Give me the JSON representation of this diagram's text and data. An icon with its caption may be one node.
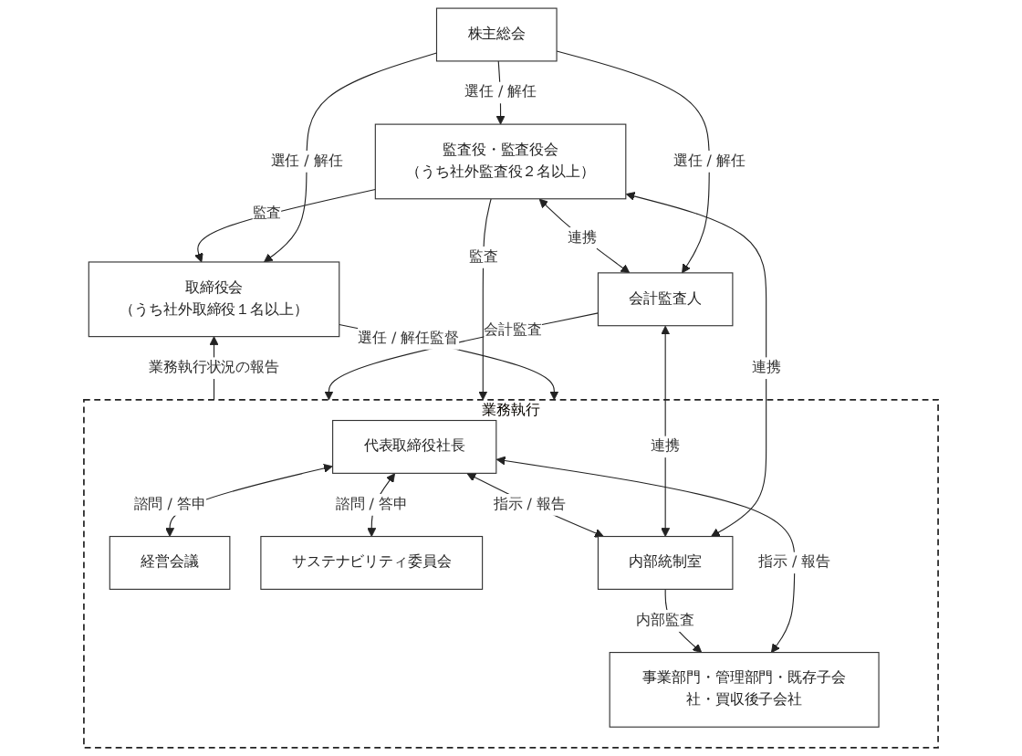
{
  "diagram": {
    "nodes": [
      {
        "text": [
          "株主総会"
        ]
      },
      {
        "text": [
          "取締役会",
          "（うち社外取締役１名以上）"
        ]
      },
      {
        "text": [
          "監査役・監査役会",
          "（うち社外監査役２名以上）"
        ]
      },
      {
        "text": [
          "会計監査人"
        ]
      },
      {
        "text": [
          "業務執行"
        ]
      },
      {
        "text": [
          "代表取締役社長"
        ],
        "in": 4
      },
      {
        "text": [
          "経営会議"
        ],
        "in": 4
      },
      {
        "text": [
          "サステナビリティ委員会"
        ],
        "in": 4
      },
      {
        "text": [
          "内部統制室"
        ],
        "in": 4
      },
      {
        "text": [
          "事業部門・管理部門・既存子会社・買収後子会社"
        ],
        "in": 4
      }
    ],
    "edges": [
      {
        "from": 0,
        "to": 1,
        "arrow": "to",
        "label": "選任 / 解任"
      },
      {
        "from": 0,
        "to": 2,
        "arrow": "to",
        "label": "選任 / 解任"
      },
      {
        "from": 0,
        "to": 3,
        "arrow": "to",
        "label": "選任 / 解任"
      },
      {
        "from": 2,
        "to": 1,
        "arrow": "to",
        "label": "監査"
      },
      {
        "from": 2,
        "to": 3,
        "arrow": "both",
        "label": "連携"
      },
      {
        "from": 1,
        "to": 4,
        "arrow": "to",
        "label": "選任 / 解任監督"
      },
      {
        "from": 4,
        "to": 1,
        "arrow": "to",
        "label": "業務執行状況の報告"
      },
      {
        "from": 2,
        "to": 4,
        "arrow": "to",
        "label": "監査"
      },
      {
        "from": 2,
        "to": 8,
        "arrow": "both",
        "label": "連携"
      },
      {
        "from": 3,
        "to": 4,
        "arrow": "to",
        "label": "会計監査"
      },
      {
        "from": 3,
        "to": 8,
        "arrow": "both",
        "label": "連携"
      },
      {
        "from": 5,
        "to": 6,
        "arrow": "both",
        "label": "諮問 / 答申"
      },
      {
        "from": 5,
        "to": 7,
        "arrow": "both",
        "label": "諮問 / 答申"
      },
      {
        "from": 5,
        "to": 8,
        "arrow": "both",
        "label": "指示 / 報告"
      },
      {
        "from": 5,
        "to": 9,
        "arrow": "both",
        "label": "指示 / 報告"
      },
      {
        "from": 8,
        "to": 9,
        "arrow": "to",
        "label": "内部監査"
      }
    ]
  }
}
